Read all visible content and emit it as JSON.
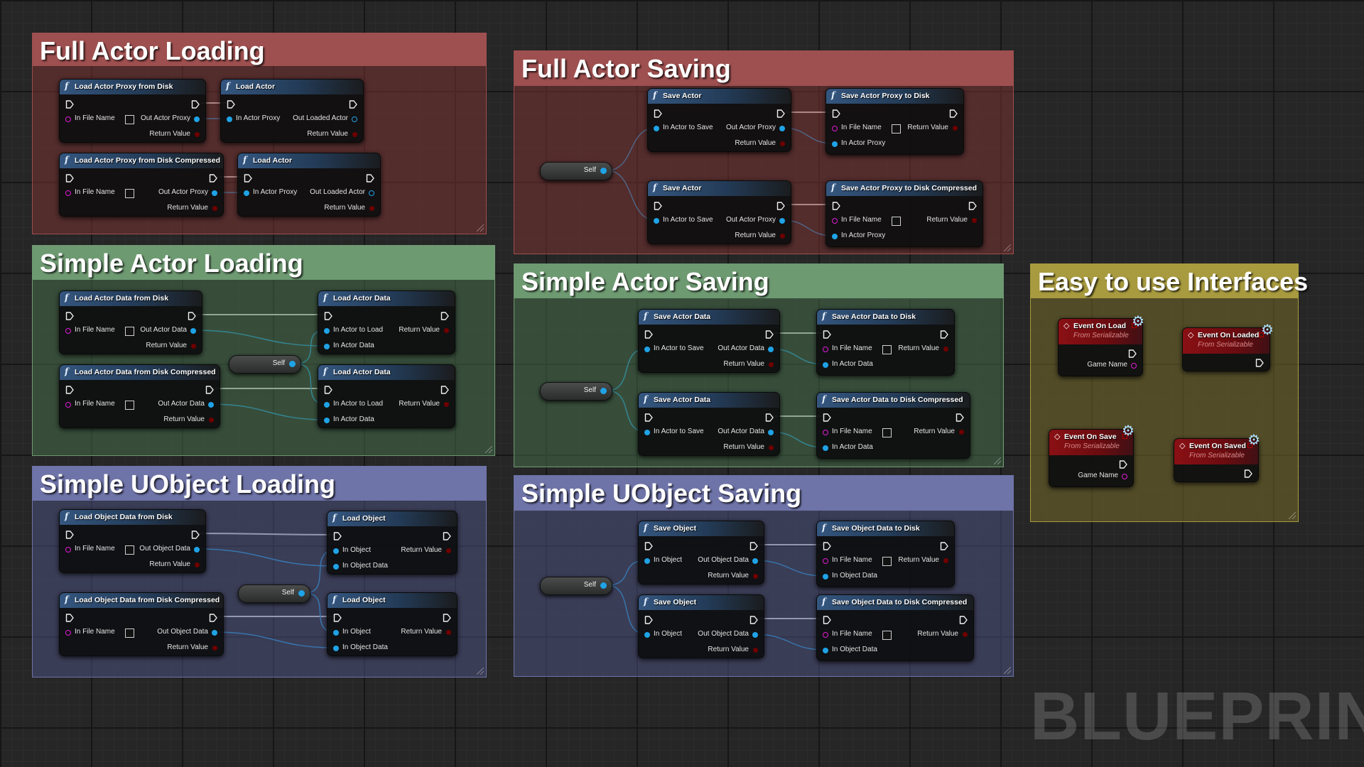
{
  "colors": {
    "exec_wire": "#f0f0f0",
    "object_wire": "#1fa3e6",
    "string_pin": "#e01ad6",
    "bool_pin": "#b50000",
    "function_header": "#34567f",
    "event_header": "#8a1014"
  },
  "comments": [
    {
      "title": "Full Actor Loading",
      "color": "#9e4f4f",
      "body_color": "rgba(120,50,50,0.55)",
      "nodes": [
        {
          "kind": "function",
          "title": "Load Actor Proxy from Disk",
          "inputs": [
            {
              "label": "In File Name",
              "type": "string",
              "checkbox": true
            }
          ],
          "outputs": [
            {
              "label": "Out Actor Proxy",
              "type": "object"
            },
            {
              "label": "Return Value",
              "type": "bool"
            }
          ]
        },
        {
          "kind": "function",
          "title": "Load Actor",
          "inputs": [
            {
              "label": "In Actor Proxy",
              "type": "object"
            }
          ],
          "outputs": [
            {
              "label": "Out Loaded Actor",
              "type": "object-outline"
            },
            {
              "label": "Return Value",
              "type": "bool"
            }
          ]
        },
        {
          "kind": "function",
          "title": "Load Actor Proxy from Disk Compressed",
          "inputs": [
            {
              "label": "In File Name",
              "type": "string",
              "checkbox": true
            }
          ],
          "outputs": [
            {
              "label": "Out Actor Proxy",
              "type": "object"
            },
            {
              "label": "Return Value",
              "type": "bool"
            }
          ]
        },
        {
          "kind": "function",
          "title": "Load Actor",
          "inputs": [
            {
              "label": "In Actor Proxy",
              "type": "object"
            }
          ],
          "outputs": [
            {
              "label": "Out Loaded Actor",
              "type": "object-outline"
            },
            {
              "label": "Return Value",
              "type": "bool"
            }
          ]
        }
      ]
    },
    {
      "title": "Simple Actor Loading",
      "color": "#6e9a72",
      "body_color": "rgba(70,110,75,0.55)",
      "self_label": "Self",
      "nodes": [
        {
          "kind": "function",
          "title": "Load Actor Data from Disk",
          "inputs": [
            {
              "label": "In File Name",
              "type": "string",
              "checkbox": true
            }
          ],
          "outputs": [
            {
              "label": "Out Actor Data",
              "type": "object"
            },
            {
              "label": "Return Value",
              "type": "bool"
            }
          ]
        },
        {
          "kind": "function",
          "title": "Load Actor Data",
          "inputs": [
            {
              "label": "In Actor to Load",
              "type": "object"
            },
            {
              "label": "In Actor Data",
              "type": "object"
            }
          ],
          "outputs": [
            {
              "label": "Return Value",
              "type": "bool"
            }
          ]
        },
        {
          "kind": "function",
          "title": "Load Actor Data from Disk Compressed",
          "inputs": [
            {
              "label": "In File Name",
              "type": "string",
              "checkbox": true
            }
          ],
          "outputs": [
            {
              "label": "Out Actor Data",
              "type": "object"
            },
            {
              "label": "Return Value",
              "type": "bool"
            }
          ]
        },
        {
          "kind": "function",
          "title": "Load Actor Data",
          "inputs": [
            {
              "label": "In Actor to Load",
              "type": "object"
            },
            {
              "label": "In Actor Data",
              "type": "object"
            }
          ],
          "outputs": [
            {
              "label": "Return Value",
              "type": "bool"
            }
          ]
        }
      ]
    },
    {
      "title": "Simple UObject Loading",
      "color": "#6e73a8",
      "body_color": "rgba(75,80,125,0.55)",
      "self_label": "Self",
      "nodes": [
        {
          "kind": "function",
          "title": "Load Object Data from Disk",
          "inputs": [
            {
              "label": "In File Name",
              "type": "string",
              "checkbox": true
            }
          ],
          "outputs": [
            {
              "label": "Out Object Data",
              "type": "object"
            },
            {
              "label": "Return Value",
              "type": "bool"
            }
          ]
        },
        {
          "kind": "function",
          "title": "Load Object",
          "inputs": [
            {
              "label": "In Object",
              "type": "object"
            },
            {
              "label": "In Object Data",
              "type": "object"
            }
          ],
          "outputs": [
            {
              "label": "Return Value",
              "type": "bool"
            }
          ]
        },
        {
          "kind": "function",
          "title": "Load Object Data from Disk Compressed",
          "inputs": [
            {
              "label": "In File Name",
              "type": "string",
              "checkbox": true
            }
          ],
          "outputs": [
            {
              "label": "Out Object Data",
              "type": "object"
            },
            {
              "label": "Return Value",
              "type": "bool"
            }
          ]
        },
        {
          "kind": "function",
          "title": "Load Object",
          "inputs": [
            {
              "label": "In Object",
              "type": "object"
            },
            {
              "label": "In Object Data",
              "type": "object"
            }
          ],
          "outputs": [
            {
              "label": "Return Value",
              "type": "bool"
            }
          ]
        }
      ]
    },
    {
      "title": "Full Actor Saving",
      "color": "#9e4f4f",
      "body_color": "rgba(120,50,50,0.55)",
      "self_label": "Self",
      "nodes": [
        {
          "kind": "function",
          "title": "Save Actor",
          "inputs": [
            {
              "label": "In Actor to Save",
              "type": "object"
            }
          ],
          "outputs": [
            {
              "label": "Out Actor Proxy",
              "type": "object"
            },
            {
              "label": "Return Value",
              "type": "bool"
            }
          ]
        },
        {
          "kind": "function",
          "title": "Save Actor Proxy to Disk",
          "inputs": [
            {
              "label": "In File Name",
              "type": "string",
              "checkbox": true
            },
            {
              "label": "In Actor Proxy",
              "type": "object"
            }
          ],
          "outputs": [
            {
              "label": "Return Value",
              "type": "bool"
            }
          ]
        },
        {
          "kind": "function",
          "title": "Save Actor",
          "inputs": [
            {
              "label": "In Actor to Save",
              "type": "object"
            }
          ],
          "outputs": [
            {
              "label": "Out Actor Proxy",
              "type": "object"
            },
            {
              "label": "Return Value",
              "type": "bool"
            }
          ]
        },
        {
          "kind": "function",
          "title": "Save Actor Proxy to Disk Compressed",
          "inputs": [
            {
              "label": "In File Name",
              "type": "string",
              "checkbox": true
            },
            {
              "label": "In Actor Proxy",
              "type": "object"
            }
          ],
          "outputs": [
            {
              "label": "Return Value",
              "type": "bool"
            }
          ]
        }
      ]
    },
    {
      "title": "Simple Actor Saving",
      "color": "#6e9a72",
      "body_color": "rgba(70,110,75,0.55)",
      "self_label": "Self",
      "nodes": [
        {
          "kind": "function",
          "title": "Save Actor Data",
          "inputs": [
            {
              "label": "In Actor to Save",
              "type": "object"
            }
          ],
          "outputs": [
            {
              "label": "Out Actor Data",
              "type": "object"
            },
            {
              "label": "Return Value",
              "type": "bool"
            }
          ]
        },
        {
          "kind": "function",
          "title": "Save Actor Data to Disk",
          "inputs": [
            {
              "label": "In File Name",
              "type": "string",
              "checkbox": true
            },
            {
              "label": "In Actor Data",
              "type": "object"
            }
          ],
          "outputs": [
            {
              "label": "Return Value",
              "type": "bool"
            }
          ]
        },
        {
          "kind": "function",
          "title": "Save Actor Data",
          "inputs": [
            {
              "label": "In Actor to Save",
              "type": "object"
            }
          ],
          "outputs": [
            {
              "label": "Out Actor Data",
              "type": "object"
            },
            {
              "label": "Return Value",
              "type": "bool"
            }
          ]
        },
        {
          "kind": "function",
          "title": "Save Actor Data to Disk Compressed",
          "inputs": [
            {
              "label": "In File Name",
              "type": "string",
              "checkbox": true
            },
            {
              "label": "In Actor Data",
              "type": "object"
            }
          ],
          "outputs": [
            {
              "label": "Return Value",
              "type": "bool"
            }
          ]
        }
      ]
    },
    {
      "title": "Simple UObject Saving",
      "color": "#6e73a8",
      "body_color": "rgba(75,80,125,0.55)",
      "self_label": "Self",
      "nodes": [
        {
          "kind": "function",
          "title": "Save Object",
          "inputs": [
            {
              "label": "In Object",
              "type": "object"
            }
          ],
          "outputs": [
            {
              "label": "Out Object Data",
              "type": "object"
            },
            {
              "label": "Return Value",
              "type": "bool"
            }
          ]
        },
        {
          "kind": "function",
          "title": "Save Object Data to Disk",
          "inputs": [
            {
              "label": "In File Name",
              "type": "string",
              "checkbox": true
            },
            {
              "label": "In Object Data",
              "type": "object"
            }
          ],
          "outputs": [
            {
              "label": "Return Value",
              "type": "bool"
            }
          ]
        },
        {
          "kind": "function",
          "title": "Save Object",
          "inputs": [
            {
              "label": "In Object",
              "type": "object"
            }
          ],
          "outputs": [
            {
              "label": "Out Object Data",
              "type": "object"
            },
            {
              "label": "Return Value",
              "type": "bool"
            }
          ]
        },
        {
          "kind": "function",
          "title": "Save Object Data to Disk Compressed",
          "inputs": [
            {
              "label": "In File Name",
              "type": "string",
              "checkbox": true
            },
            {
              "label": "In Object Data",
              "type": "object"
            }
          ],
          "outputs": [
            {
              "label": "Return Value",
              "type": "bool"
            }
          ]
        }
      ]
    },
    {
      "title": "Easy to use Interfaces",
      "color": "#a89a3f",
      "body_color": "rgba(110,100,40,0.6)",
      "nodes": [
        {
          "kind": "event",
          "title": "Event On Load",
          "subtitle": "From Serializable",
          "outputs": [
            {
              "label": "Game Name",
              "type": "string"
            }
          ]
        },
        {
          "kind": "event",
          "title": "Event On Loaded",
          "subtitle": "From Serializable",
          "outputs": []
        },
        {
          "kind": "event",
          "title": "Event On Save",
          "subtitle": "From Serializable",
          "outputs": [
            {
              "label": "Game Name",
              "type": "string"
            }
          ]
        },
        {
          "kind": "event",
          "title": "Event On Saved",
          "subtitle": "From Serializable",
          "outputs": []
        }
      ]
    }
  ],
  "watermark": "BLUEPRINT"
}
